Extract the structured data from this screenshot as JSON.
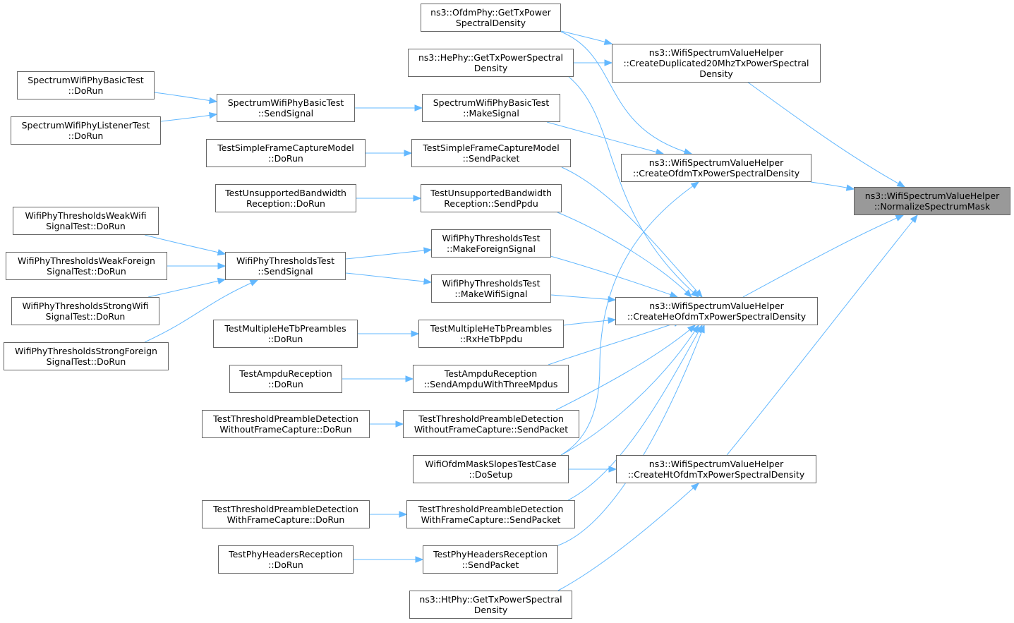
{
  "colors": {
    "edge": "#63b8ff",
    "node_border": "#666666",
    "focus_fill": "#999999",
    "background": "#ffffff"
  },
  "nodes": {
    "normalize": {
      "lines": [
        "ns3::WifiSpectrumValueHelper",
        "::NormalizeSpectrumMask"
      ]
    },
    "create_dup20": {
      "lines": [
        "ns3::WifiSpectrumValueHelper",
        "::CreateDuplicated20MhzTxPowerSpectral",
        "Density"
      ]
    },
    "create_ofdm": {
      "lines": [
        "ns3::WifiSpectrumValueHelper",
        "::CreateOfdmTxPowerSpectralDensity"
      ]
    },
    "create_heofdm": {
      "lines": [
        "ns3::WifiSpectrumValueHelper",
        "::CreateHeOfdmTxPowerSpectralDensity"
      ]
    },
    "create_htofdm": {
      "lines": [
        "ns3::WifiSpectrumValueHelper",
        "::CreateHtOfdmTxPowerSpectralDensity"
      ]
    },
    "ofdmphy_gettx": {
      "lines": [
        "ns3::OfdmPhy::GetTxPower",
        "SpectralDensity"
      ]
    },
    "hephy_gettx": {
      "lines": [
        "ns3::HePhy::GetTxPowerSpectral",
        "Density"
      ]
    },
    "htphy_gettx": {
      "lines": [
        "ns3::HtPhy::GetTxPowerSpectral",
        "Density"
      ]
    },
    "swpbt_makesignal": {
      "lines": [
        "SpectrumWifiPhyBasicTest",
        "::MakeSignal"
      ]
    },
    "swpbt_sendsignal": {
      "lines": [
        "SpectrumWifiPhyBasicTest",
        "::SendSignal"
      ]
    },
    "swpbt_dorun": {
      "lines": [
        "SpectrumWifiPhyBasicTest",
        "::DoRun"
      ]
    },
    "swplt_dorun": {
      "lines": [
        "SpectrumWifiPhyListenerTest",
        "::DoRun"
      ]
    },
    "tsfcm_sendpacket": {
      "lines": [
        "TestSimpleFrameCaptureModel",
        "::SendPacket"
      ]
    },
    "tsfcm_dorun": {
      "lines": [
        "TestSimpleFrameCaptureModel",
        "::DoRun"
      ]
    },
    "tubr_sendppdu": {
      "lines": [
        "TestUnsupportedBandwidth",
        "Reception::SendPpdu"
      ]
    },
    "tubr_dorun": {
      "lines": [
        "TestUnsupportedBandwidth",
        "Reception::DoRun"
      ]
    },
    "wptt_makeforeign": {
      "lines": [
        "WifiPhyThresholdsTest",
        "::MakeForeignSignal"
      ]
    },
    "wptt_makewifi": {
      "lines": [
        "WifiPhyThresholdsTest",
        "::MakeWifiSignal"
      ]
    },
    "wptt_sendsignal": {
      "lines": [
        "WifiPhyThresholdsTest",
        "::SendSignal"
      ]
    },
    "wpt_weakwifi": {
      "lines": [
        "WifiPhyThresholdsWeakWifi",
        "SignalTest::DoRun"
      ]
    },
    "wpt_weakforeign": {
      "lines": [
        "WifiPhyThresholdsWeakForeign",
        "SignalTest::DoRun"
      ]
    },
    "wpt_strongwifi": {
      "lines": [
        "WifiPhyThresholdsStrongWifi",
        "SignalTest::DoRun"
      ]
    },
    "wpt_strongforeign": {
      "lines": [
        "WifiPhyThresholdsStrongForeign",
        "SignalTest::DoRun"
      ]
    },
    "tmhtp_rx": {
      "lines": [
        "TestMultipleHeTbPreambles",
        "::RxHeTbPpdu"
      ]
    },
    "tmhtp_dorun": {
      "lines": [
        "TestMultipleHeTbPreambles",
        "::DoRun"
      ]
    },
    "tar_send": {
      "lines": [
        "TestAmpduReception",
        "::SendAmpduWithThreeMpdus"
      ]
    },
    "tar_dorun": {
      "lines": [
        "TestAmpduReception",
        "::DoRun"
      ]
    },
    "ttpd_wo_send": {
      "lines": [
        "TestThresholdPreambleDetection",
        "WithoutFrameCapture::SendPacket"
      ]
    },
    "ttpd_wo_dorun": {
      "lines": [
        "TestThresholdPreambleDetection",
        "WithoutFrameCapture::DoRun"
      ]
    },
    "womstc_dosetup": {
      "lines": [
        "WifiOfdmMaskSlopesTestCase",
        "::DoSetup"
      ]
    },
    "ttpd_w_send": {
      "lines": [
        "TestThresholdPreambleDetection",
        "WithFrameCapture::SendPacket"
      ]
    },
    "ttpd_w_dorun": {
      "lines": [
        "TestThresholdPreambleDetection",
        "WithFrameCapture::DoRun"
      ]
    },
    "tphr_send": {
      "lines": [
        "TestPhyHeadersReception",
        "::SendPacket"
      ]
    },
    "tphr_dorun": {
      "lines": [
        "TestPhyHeadersReception",
        "::DoRun"
      ]
    }
  }
}
